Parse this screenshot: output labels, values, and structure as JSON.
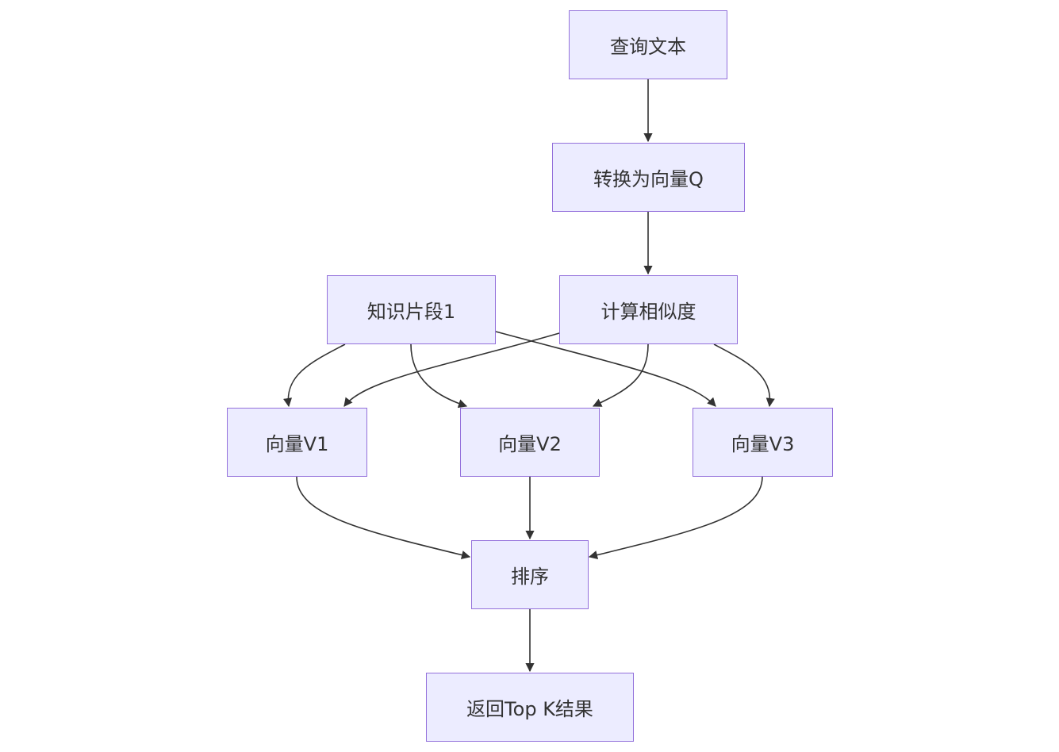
{
  "nodes": {
    "query": "查询文本",
    "toVector": "转换为向量Q",
    "knowledge": "知识片段1",
    "similarity": "计算相似度",
    "v1": "向量V1",
    "v2": "向量V2",
    "v3": "向量V3",
    "sort": "排序",
    "result": "返回Top K结果"
  },
  "edges": [
    [
      "query",
      "toVector"
    ],
    [
      "toVector",
      "similarity"
    ],
    [
      "knowledge",
      "v1"
    ],
    [
      "knowledge",
      "v2"
    ],
    [
      "knowledge",
      "v3"
    ],
    [
      "similarity",
      "v1"
    ],
    [
      "similarity",
      "v2"
    ],
    [
      "similarity",
      "v3"
    ],
    [
      "v1",
      "sort"
    ],
    [
      "v2",
      "sort"
    ],
    [
      "v3",
      "sort"
    ],
    [
      "sort",
      "result"
    ]
  ],
  "colors": {
    "node_fill": "#ECECFF",
    "node_border": "#9370DB",
    "edge": "#333333"
  }
}
